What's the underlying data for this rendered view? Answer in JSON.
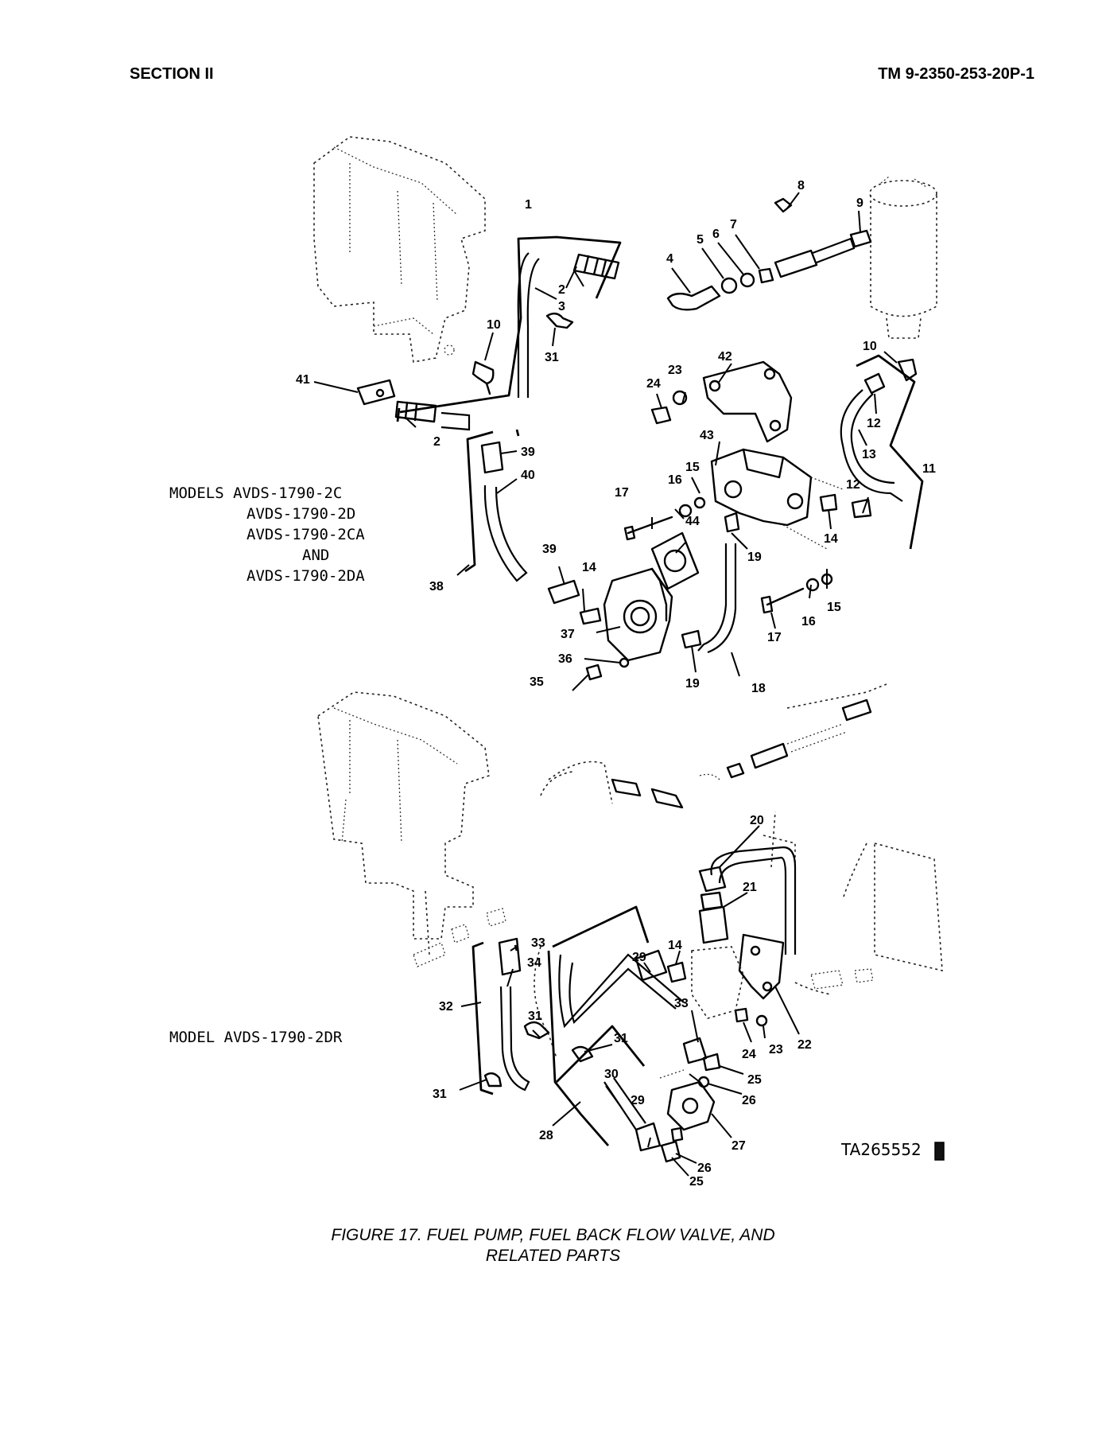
{
  "header": {
    "section": "SECTION II",
    "manual": "TM 9-2350-253-20P-1"
  },
  "diagram": {
    "models_upper": [
      "MODELS AVDS-1790-2C",
      "AVDS-1790-2D",
      "AVDS-1790-2CA",
      "AND",
      "AVDS-1790-2DA"
    ],
    "model_lower": "MODEL AVDS-1790-2DR",
    "art_number": "TA265552",
    "callouts": {
      "c1": "1",
      "c2a": "2",
      "c2b": "2",
      "c3": "3",
      "c4": "4",
      "c5": "5",
      "c6": "6",
      "c7": "7",
      "c8": "8",
      "c9": "9",
      "c10a": "10",
      "c10b": "10",
      "c11": "11",
      "c12a": "12",
      "c12b": "12",
      "c13": "13",
      "c14a": "14",
      "c14b": "14",
      "c15a": "15",
      "c15b": "15",
      "c16a": "16",
      "c16b": "16",
      "c17a": "17",
      "c17b": "17",
      "c18": "18",
      "c19a": "19",
      "c19b": "19",
      "c23": "23",
      "c24": "24",
      "c31": "31",
      "c35": "35",
      "c36": "36",
      "c37": "37",
      "c38": "38",
      "c39a": "39",
      "c39b": "39",
      "c40": "40",
      "c41": "41",
      "c42": "42",
      "c43": "43",
      "c44": "44",
      "d14": "14",
      "d20": "20",
      "d21": "21",
      "d22": "22",
      "d23": "23",
      "d24": "24",
      "d25a": "25",
      "d25b": "25",
      "d26a": "26",
      "d26b": "26",
      "d27": "27",
      "d28": "28",
      "d29a": "29",
      "d29b": "29",
      "d30": "30",
      "d31a": "31",
      "d31b": "31",
      "d31c": "31",
      "d32": "32",
      "d33a": "33",
      "d33b": "33",
      "d34": "34"
    }
  },
  "caption": {
    "line1": "FIGURE 17.  FUEL PUMP, FUEL BACK FLOW VALVE, AND",
    "line2": "RELATED PARTS"
  }
}
